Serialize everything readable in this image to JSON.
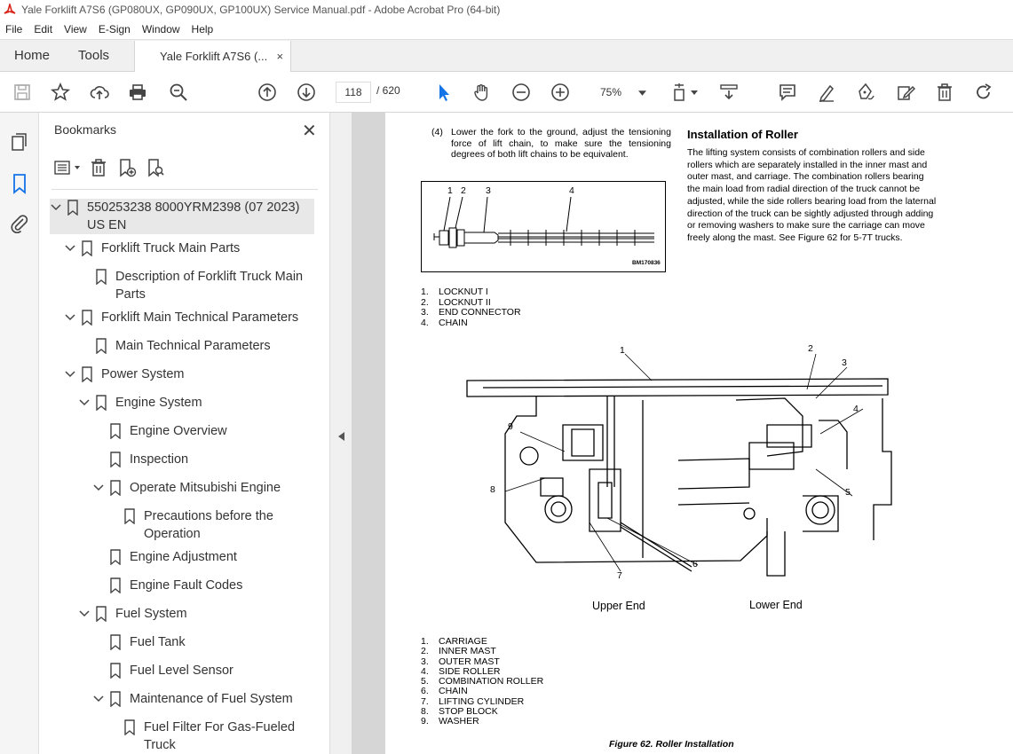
{
  "window": {
    "title": "Yale Forklift A7S6 (GP080UX, GP090UX, GP100UX) Service Manual.pdf - Adobe Acrobat Pro (64-bit)"
  },
  "menu": [
    "File",
    "Edit",
    "View",
    "E-Sign",
    "Window",
    "Help"
  ],
  "tabs": {
    "home": "Home",
    "tools": "Tools",
    "doc": "Yale Forklift A7S6 (...",
    "close": "×"
  },
  "toolbar": {
    "page_current": "118",
    "page_total": "/ 620",
    "zoom": "75%"
  },
  "bookmarks": {
    "title": "Bookmarks",
    "close": "✕",
    "items": [
      {
        "label": "550253238 8000YRM2398 (07 2023) US EN"
      },
      {
        "label": "Forklift Truck Main Parts"
      },
      {
        "label": "Description of Forklift Truck Main Parts"
      },
      {
        "label": "Forklift Main Technical Parameters"
      },
      {
        "label": "Main Technical Parameters"
      },
      {
        "label": "Power System"
      },
      {
        "label": "Engine System"
      },
      {
        "label": "Engine Overview"
      },
      {
        "label": "Inspection"
      },
      {
        "label": "Operate Mitsubishi Engine"
      },
      {
        "label": "Precautions before the Operation"
      },
      {
        "label": "Engine Adjustment"
      },
      {
        "label": "Engine Fault Codes"
      },
      {
        "label": "Fuel System"
      },
      {
        "label": "Fuel Tank"
      },
      {
        "label": "Fuel Level Sensor"
      },
      {
        "label": "Maintenance of Fuel System"
      },
      {
        "label": "Fuel Filter For Gas-Fueled Truck"
      }
    ]
  },
  "document": {
    "step_num": "(4)",
    "step_text": "Lower the fork to the ground, adjust the tensioning force of lift chain, to make sure the tensioning degrees of both lift chains to be equivalent.",
    "fig1_labels": [
      "1",
      "2",
      "3",
      "4"
    ],
    "fig1_code": "BM170836",
    "list1": [
      {
        "n": "1.",
        "t": "LOCKNUT I"
      },
      {
        "n": "2.",
        "t": "LOCKNUT II"
      },
      {
        "n": "3.",
        "t": "END CONNECTOR"
      },
      {
        "n": "4.",
        "t": "CHAIN"
      }
    ],
    "section_title": "Installation of Roller",
    "section_body": "The lifting system consists of combination rollers and side rollers which are separately installed in the inner mast and outer mast, and carriage. The combination rollers bearing the main load from radial direction of the truck cannot be adjusted, while the side rollers bearing load from the laternal direction of the truck can be sightly adjusted through adding or removing washers to make sure the carriage can move freely along the mast. See Figure 62 for 5-7T trucks.",
    "fig2_labels": [
      "1",
      "2",
      "3",
      "4",
      "5",
      "6",
      "7",
      "8",
      "9"
    ],
    "upper_end": "Upper End",
    "lower_end": "Lower End",
    "list2": [
      {
        "n": "1.",
        "t": "CARRIAGE"
      },
      {
        "n": "2.",
        "t": "INNER MAST"
      },
      {
        "n": "3.",
        "t": "OUTER MAST"
      },
      {
        "n": "4.",
        "t": "SIDE ROLLER"
      },
      {
        "n": "5.",
        "t": "COMBINATION ROLLER"
      },
      {
        "n": "6.",
        "t": "CHAIN"
      },
      {
        "n": "7.",
        "t": "LIFTING CYLINDER"
      },
      {
        "n": "8.",
        "t": "STOP BLOCK"
      },
      {
        "n": "9.",
        "t": "WASHER"
      }
    ],
    "caption": "Figure 62. Roller Installation"
  }
}
